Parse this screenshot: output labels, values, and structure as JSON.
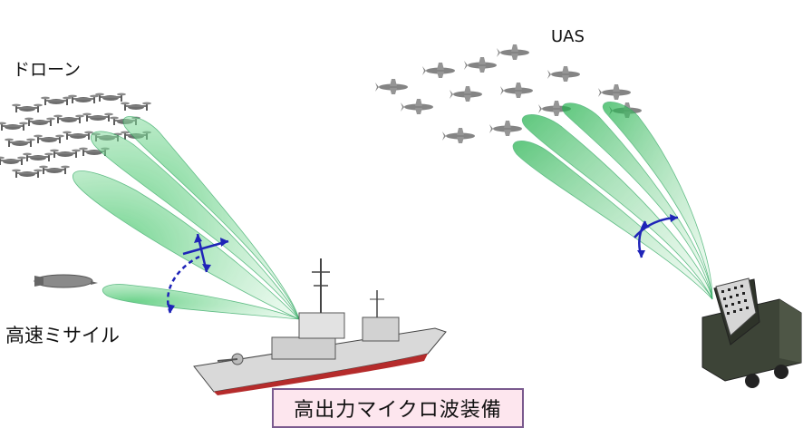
{
  "labels": {
    "drone": "ドローン",
    "missile": "高速ミサイル",
    "uas": "UAS",
    "caption": "高出力マイクロ波装備"
  },
  "colors": {
    "beam_fill": "#7ed49a",
    "beam_stroke": "#2fa860",
    "arrow": "#1f24b8",
    "caption_bg": "#fde6ee",
    "caption_border": "#7a5a8e",
    "drone_silhouette": "#6e6e6e"
  },
  "icons": [
    "drone-silhouette",
    "uas-silhouette",
    "missile-icon",
    "destroyer-ship",
    "military-truck",
    "rotation-arrow"
  ]
}
